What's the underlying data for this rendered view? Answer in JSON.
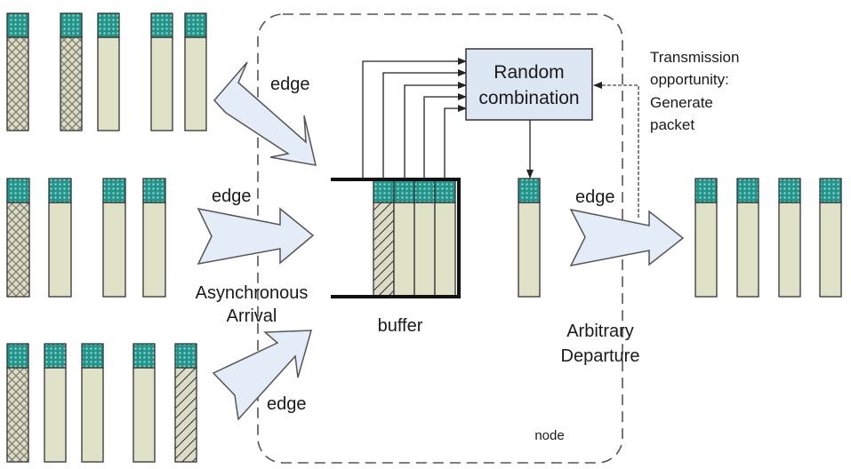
{
  "diagram": {
    "labels": {
      "edge_top": "edge",
      "edge_middle": "edge",
      "edge_bottom": "edge",
      "edge_out": "edge",
      "async_line1": "Asynchronous",
      "async_line2": "Arrival",
      "buffer": "buffer",
      "random_line1": "Random",
      "random_line2": "combination",
      "tx_line1": "Transmission",
      "tx_line2": "opportunity:",
      "tx_line3": "Generate",
      "tx_line4": "packet",
      "departure_line1": "Arbitrary",
      "departure_line2": "Departure",
      "node": "node"
    },
    "colors": {
      "packet_header": "#2a9a8e",
      "packet_body": "#e0e2c8",
      "arrow_fill": "#e4ecf8",
      "box_fill": "#dde7f4",
      "stroke": "#333333"
    },
    "packet_groups": {
      "top": [
        "crosshatch",
        "crosshatch",
        "plain",
        "plain",
        "plain"
      ],
      "middle": [
        "crosshatch",
        "plain",
        "plain",
        "plain"
      ],
      "bottom": [
        "crosshatch",
        "plain",
        "plain",
        "plain",
        "diagonal"
      ],
      "buffer": [
        "diagonal",
        "plain",
        "plain",
        "plain"
      ],
      "coded": [
        "plain"
      ],
      "output": [
        "plain",
        "plain",
        "plain",
        "plain"
      ]
    }
  }
}
